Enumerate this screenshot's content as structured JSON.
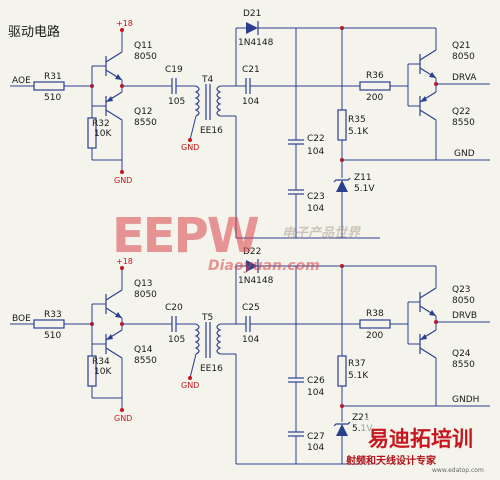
{
  "title": "驱动电路",
  "power": {
    "vplus": "+18",
    "gnd": "GND"
  },
  "ch1": {
    "input": "AOE",
    "R31": "R31",
    "R31v": "510",
    "R32": "R32",
    "R32v": "10K",
    "Q11": "Q11",
    "Q11v": "8050",
    "Q12": "Q12",
    "Q12v": "8550",
    "C19": "C19",
    "C19v": "105",
    "T4": "T4",
    "T4v": "EE16",
    "D21": "D21",
    "D21v": "1N4148",
    "C21": "C21",
    "C21v": "104",
    "R36": "R36",
    "R36v": "200",
    "Q21": "Q21",
    "Q21v": "8050",
    "Q22": "Q22",
    "Q22v": "8550",
    "R35": "R35",
    "R35v": "5.1K",
    "C22": "C22",
    "C22v": "104",
    "Z11": "Z11",
    "Z11v": "5.1V",
    "C23": "C23",
    "C23v": "104",
    "out": "DRVA",
    "gndout": "GND"
  },
  "ch2": {
    "input": "BOE",
    "R33": "R33",
    "R33v": "510",
    "R34": "R34",
    "R34v": "10K",
    "Q13": "Q13",
    "Q13v": "8050",
    "Q14": "Q14",
    "Q14v": "8550",
    "C20": "C20",
    "C20v": "105",
    "T5": "T5",
    "T5v": "EE16",
    "D22": "D22",
    "D22v": "1N4148",
    "C25": "C25",
    "C25v": "104",
    "R38": "R38",
    "R38v": "200",
    "Q23": "Q23",
    "Q23v": "8050",
    "Q24": "Q24",
    "Q24v": "8550",
    "R37": "R37",
    "R37v": "5.1K",
    "C26": "C26",
    "C26v": "104",
    "Z21": "Z21",
    "Z21v": "5.1V",
    "C27": "C27",
    "C27v": "104",
    "out": "DRVB",
    "gndout": "GNDH"
  },
  "watermark": {
    "logo": "EEPW",
    "site": "Diaoyuan.com",
    "cn": "电子产品世界",
    "brand": "易迪拓培训",
    "brandSub": "射频和天线设计专家",
    "brandUrl": "www.edatop.com"
  },
  "colors": {
    "wire": "#2b3f8f",
    "node": "#c8161e",
    "watermark": "#c8161e"
  }
}
